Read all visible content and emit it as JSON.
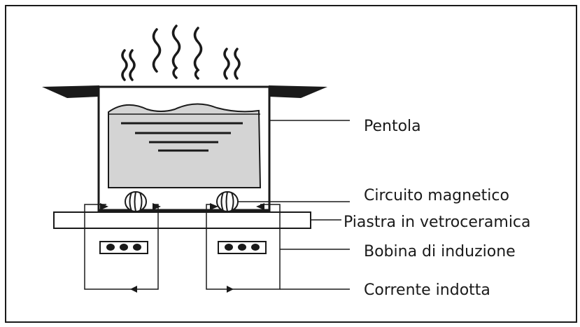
{
  "labels": {
    "pot": "Pentola",
    "magnetic_circuit": "Circuito magnetico",
    "ceramic_plate": "Piastra in vetroceramica",
    "induction_coil": "Bobina di induzione",
    "induced_current": "Corrente indotta"
  },
  "colors": {
    "stroke": "#1a1a1a",
    "liquid": "#d4d4d4",
    "background": "#ffffff"
  },
  "icons": [
    "steam-icon",
    "pot-icon",
    "coil-icon",
    "plate-icon",
    "current-arrow-icon"
  ]
}
